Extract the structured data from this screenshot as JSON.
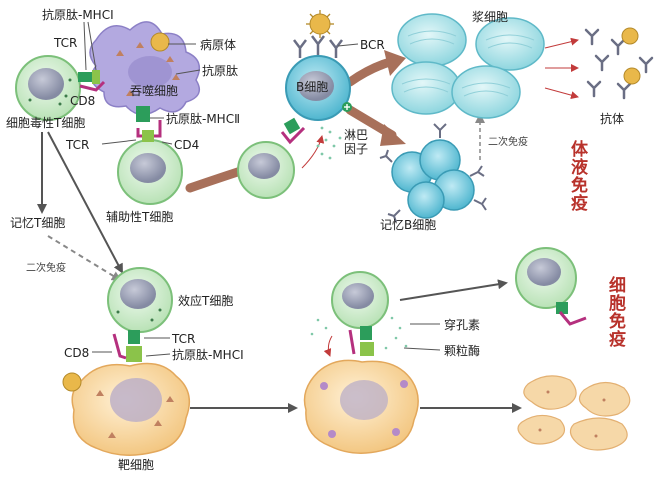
{
  "labels": {
    "antigen_mhc1_top": "抗原肽-MHCⅠ",
    "tcr_top": "TCR",
    "cd8_top": "CD8",
    "cytotoxic_t": "细胞毒性T细胞",
    "pathogen": "病原体",
    "antigen_peptide": "抗原肽",
    "macrophage": "吞噬细胞",
    "antigen_mhc2": "抗原肽-MHCⅡ",
    "tcr_mid": "TCR",
    "cd4": "CD4",
    "helper_t": "辅助性T细胞",
    "b_cell": "B细胞",
    "bcr": "BCR",
    "lymphokine": "淋巴\n因子",
    "plasma_cell": "浆细胞",
    "antibody": "抗体",
    "secondary_immunity_top": "二次免疫",
    "memory_b": "记忆B细胞",
    "humoral_immunity": "体液免疫",
    "memory_t": "记忆T细胞",
    "secondary_immunity_left": "二次免疫",
    "effector_t": "效应T细胞",
    "tcr_bottom": "TCR",
    "cd8_bottom": "CD8",
    "antigen_mhc1_bottom": "抗原肽-MHCⅠ",
    "target_cell": "靶细胞",
    "perforin": "穿孔素",
    "granzyme": "颗粒酶",
    "cellular_immunity": "细胞免疫"
  },
  "colors": {
    "t_cell_fill": "#cdeccc",
    "t_cell_outline": "#7cc07a",
    "t_cell_nucleus": "#9aa0b4",
    "macrophage": "#b8aee0",
    "b_cell": "#6fc8dc",
    "plasma_cell": "#a6e2ea",
    "target_cell": "#f8d7a2",
    "arrow_brown": "#a8705a",
    "label_red": "#b8322b",
    "tcr_green": "#2c9d5b",
    "mhc_magenta": "#b5307e",
    "pathogen_yellow": "#e9b84a"
  }
}
